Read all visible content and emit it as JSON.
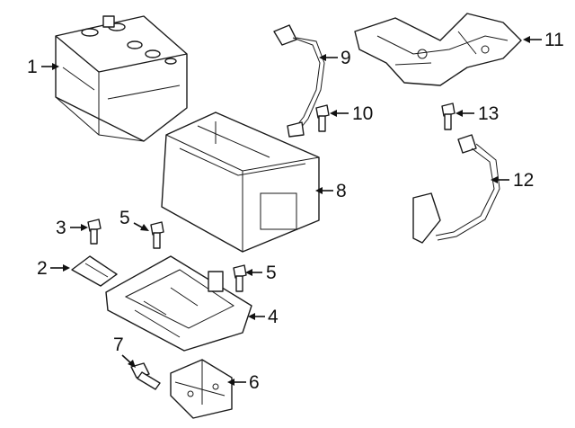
{
  "diagram": {
    "callouts": [
      {
        "id": "1",
        "label": "1"
      },
      {
        "id": "2",
        "label": "2"
      },
      {
        "id": "3",
        "label": "3"
      },
      {
        "id": "4",
        "label": "4"
      },
      {
        "id": "5a",
        "label": "5"
      },
      {
        "id": "5b",
        "label": "5"
      },
      {
        "id": "6",
        "label": "6"
      },
      {
        "id": "7",
        "label": "7"
      },
      {
        "id": "8",
        "label": "8"
      },
      {
        "id": "9",
        "label": "9"
      },
      {
        "id": "10",
        "label": "10"
      },
      {
        "id": "11",
        "label": "11"
      },
      {
        "id": "12",
        "label": "12"
      },
      {
        "id": "13",
        "label": "13"
      }
    ]
  }
}
